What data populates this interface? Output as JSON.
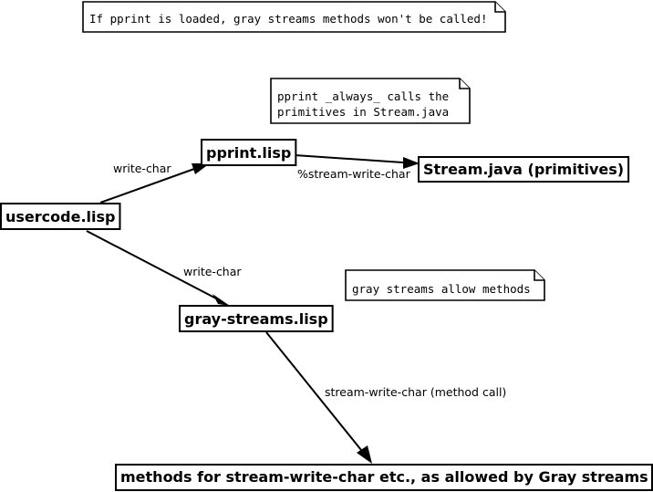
{
  "notes": {
    "pprint_loaded": "If pprint is loaded, gray streams methods won't be called!",
    "pprint_always_line1": "pprint _always_ calls the",
    "pprint_always_line2": "primitives in Stream.java",
    "gray_allow": "gray streams allow methods"
  },
  "nodes": {
    "usercode": "usercode.lisp",
    "pprint": "pprint.lisp",
    "stream_java": "Stream.java (primitives)",
    "gray_streams": "gray-streams.lisp",
    "methods": "methods for stream-write-char etc., as allowed by Gray streams"
  },
  "edges": {
    "usercode_to_pprint": "write-char",
    "pprint_to_stream": "%stream-write-char",
    "usercode_to_gray": "write-char",
    "gray_to_methods": "stream-write-char (method call)"
  }
}
